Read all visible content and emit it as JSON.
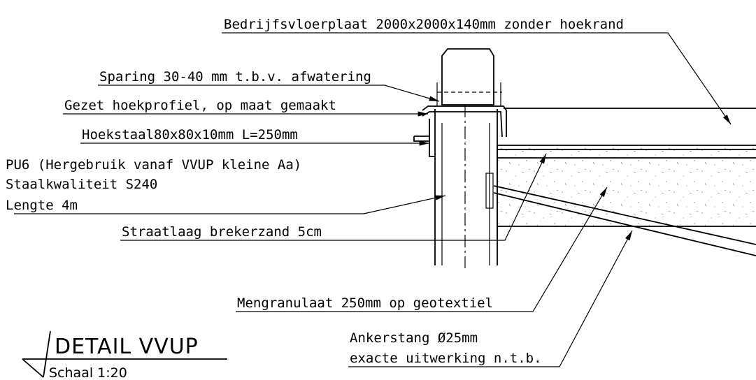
{
  "labels": {
    "floor_plate": "Bedrijfsvloerplaat 2000x2000x140mm zonder hoekrand",
    "recess": "Sparing 30-40 mm t.b.v. afwatering",
    "angle_profile": "Gezet hoekprofiel, op maat gemaakt",
    "angle_steel": "Hoekstaal80x80x10mm L=250mm",
    "sheet_pile_line1": "PU6 (Hergebruik vanaf VVUP kleine Aa)",
    "sheet_pile_line2": "Staalkwaliteit S240",
    "sheet_pile_line3": "Lengte 4m",
    "bedding_sand": "Straatlaag brekerzand 5cm",
    "mixed_granulate": "Mengranulaat 250mm op geotextiel",
    "anchor_line1": "Ankerstang Ø25mm",
    "anchor_line2": "exacte uitwerking n.t.b."
  },
  "title": {
    "main": "DETAIL VVUP",
    "scale": "Schaal 1:20"
  },
  "colors": {
    "line": "#000000",
    "background": "#ffffff"
  }
}
